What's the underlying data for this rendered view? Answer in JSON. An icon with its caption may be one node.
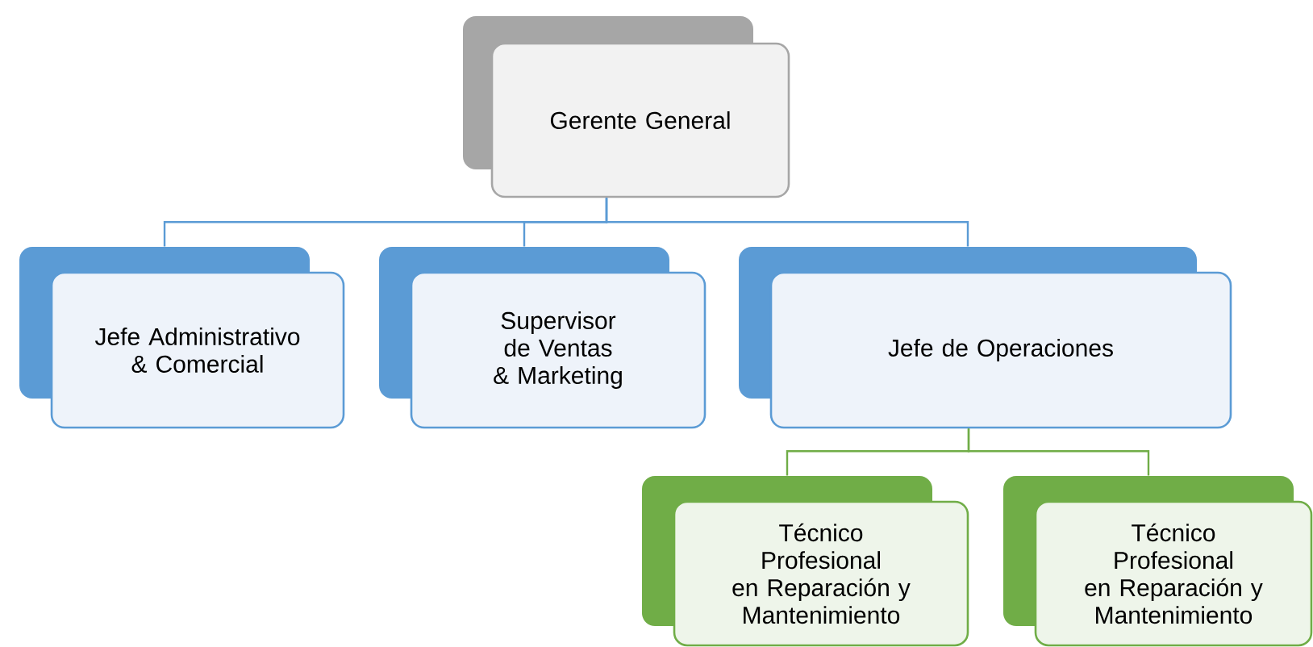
{
  "diagram": {
    "nodes": [
      {
        "text": [
          "Gerente General"
        ]
      },
      {
        "text": [
          "Jefe Administrativo & Comercial"
        ]
      },
      {
        "text": [
          "Supervisor de Ventas & Marketing"
        ]
      },
      {
        "text": [
          "Jefe de Operaciones"
        ]
      },
      {
        "text": [
          "Técnico Profesional en Reparación y Mantenimiento"
        ]
      },
      {
        "text": [
          "Técnico Profesional en Reparación y Mantenimiento"
        ]
      }
    ],
    "edges": [
      {
        "from": 0,
        "to": 1,
        "arrow": "none"
      },
      {
        "from": 0,
        "to": 2,
        "arrow": "none"
      },
      {
        "from": 0,
        "to": 3,
        "arrow": "none"
      },
      {
        "from": 3,
        "to": 4,
        "arrow": "none",
        "color": "#70ad47"
      },
      {
        "from": 3,
        "to": 5,
        "arrow": "none",
        "color": "#70ad47"
      }
    ]
  }
}
